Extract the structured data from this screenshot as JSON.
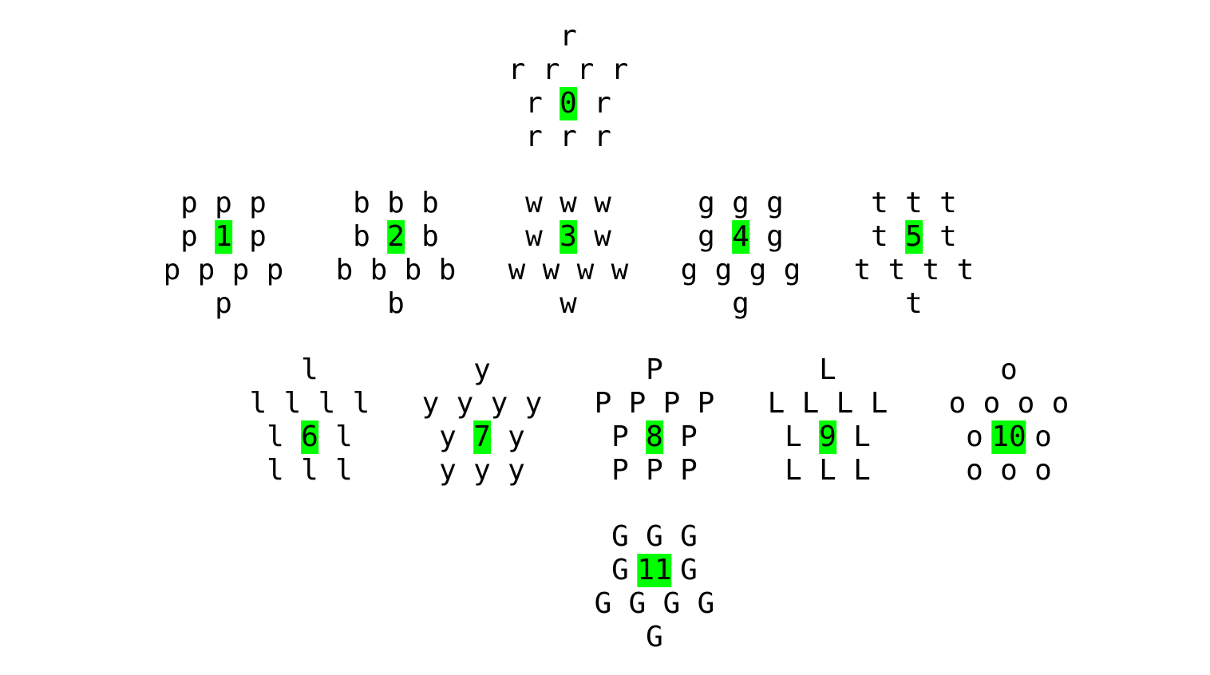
{
  "highlight_color": "#00ff00",
  "text_color": "#000000",
  "clusters": [
    {
      "center": "0",
      "letter": "r",
      "shape": "A"
    },
    {
      "center": "1",
      "letter": "p",
      "shape": "B"
    },
    {
      "center": "2",
      "letter": "b",
      "shape": "B"
    },
    {
      "center": "3",
      "letter": "w",
      "shape": "B"
    },
    {
      "center": "4",
      "letter": "g",
      "shape": "B"
    },
    {
      "center": "5",
      "letter": "t",
      "shape": "B"
    },
    {
      "center": "6",
      "letter": "l",
      "shape": "A"
    },
    {
      "center": "7",
      "letter": "y",
      "shape": "A"
    },
    {
      "center": "8",
      "letter": "P",
      "shape": "A"
    },
    {
      "center": "9",
      "letter": "L",
      "shape": "A"
    },
    {
      "center": "10",
      "letter": "o",
      "shape": "A"
    },
    {
      "center": "11",
      "letter": "G",
      "shape": "B"
    }
  ]
}
